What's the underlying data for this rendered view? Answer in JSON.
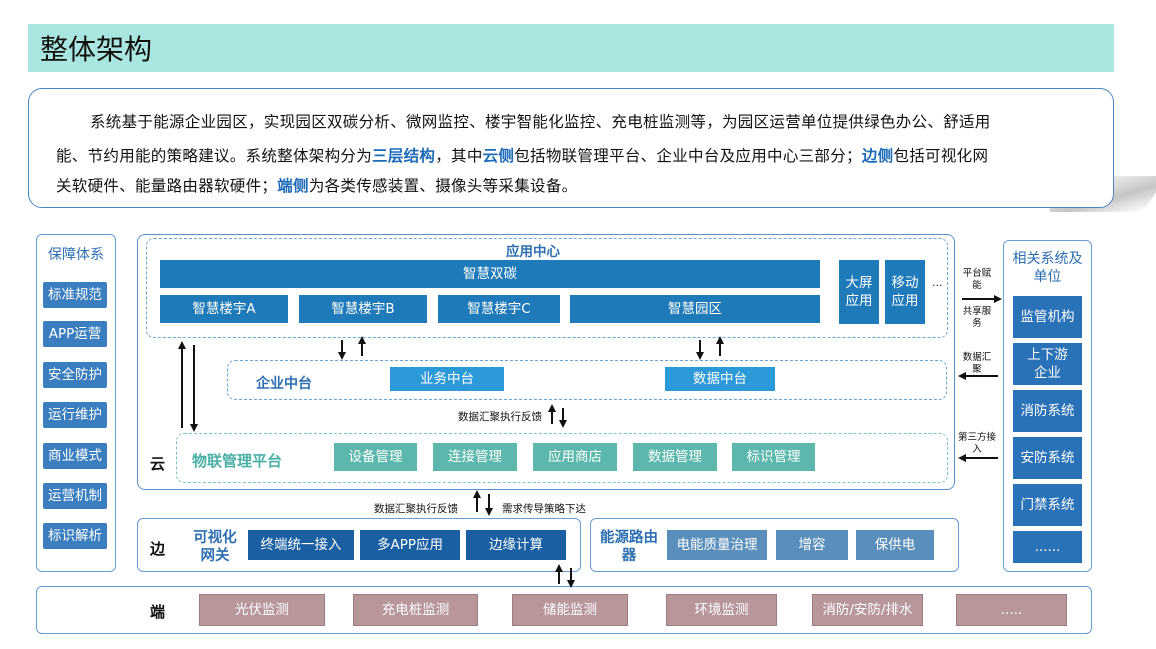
{
  "title": "整体架构",
  "intro": {
    "line1": "系统基于能源企业园区，实现园区双碳分析、微网监控、楼宇智能化监控、充电桩监测等，为园区运营单位提供绿色办公、舒适用",
    "line2_a": "能、节约用能的策略建议。系统整体架构分为",
    "line2_hl1": "三层结构",
    "line2_b": "，其中",
    "line2_hl2": "云侧",
    "line2_c": "包括物联管理平台、企业中台及应用中心三部分；",
    "line2_hl3": "边侧",
    "line2_d": "包括可视化网",
    "line3_a": "关软硬件、能量路由器软硬件；",
    "line3_hl": "端侧",
    "line3_b": "为各类传感装置、摄像头等采集设备。"
  },
  "support": {
    "title": "保障体系",
    "items": [
      "标准规范",
      "APP运营",
      "安全防护",
      "运行维护",
      "商业模式",
      "运营机制",
      "标识解析"
    ]
  },
  "related": {
    "title_line1": "相关系统及",
    "title_line2": "单位",
    "items": [
      "监管机构",
      "上下游企业",
      "消防系统",
      "安防系统",
      "门禁系统",
      "......"
    ]
  },
  "cloud": {
    "label": "云",
    "app_center": {
      "title": "应用中心",
      "smart_carbon": "智慧双碳",
      "row": [
        "智慧楼宇A",
        "智慧楼宇B",
        "智慧楼宇C",
        "智慧园区"
      ],
      "side1": "大屏应用",
      "side2": "移动应用",
      "ellipsis": "..."
    },
    "middle": {
      "title": "企业中台",
      "business": "业务中台",
      "data": "数据中台"
    },
    "iot": {
      "title": "物联管理平台",
      "items": [
        "设备管理",
        "连接管理",
        "应用商店",
        "数据管理",
        "标识管理"
      ]
    },
    "flow_label": "数据汇聚执行反馈"
  },
  "right_labels": {
    "platform_enable": "平台赋能",
    "shared_service": "共享服务",
    "data_collect": "数据汇聚",
    "third_party": "第三方接入"
  },
  "edge_flow": {
    "left": "数据汇聚执行反馈",
    "right": "需求传导策略下达"
  },
  "edge": {
    "label": "边",
    "gateway_title": "可视化网关",
    "gateway_items": [
      "终端统一接入",
      "多APP应用",
      "边缘计算"
    ],
    "router_title": "能源路由器",
    "router_items": [
      "电能质量治理",
      "增容",
      "保供电"
    ]
  },
  "terminal": {
    "label": "端",
    "items": [
      "光伏监测",
      "充电桩监测",
      "储能监测",
      "环境监测",
      "消防/安防/排水",
      "....."
    ]
  },
  "colors": {
    "title_bar": "#a8e6df",
    "accent_blue": "#2e6fb2",
    "app_bar": "#1e7ab8",
    "teal": "#5cb8ad",
    "mauve": "#b8979b"
  }
}
